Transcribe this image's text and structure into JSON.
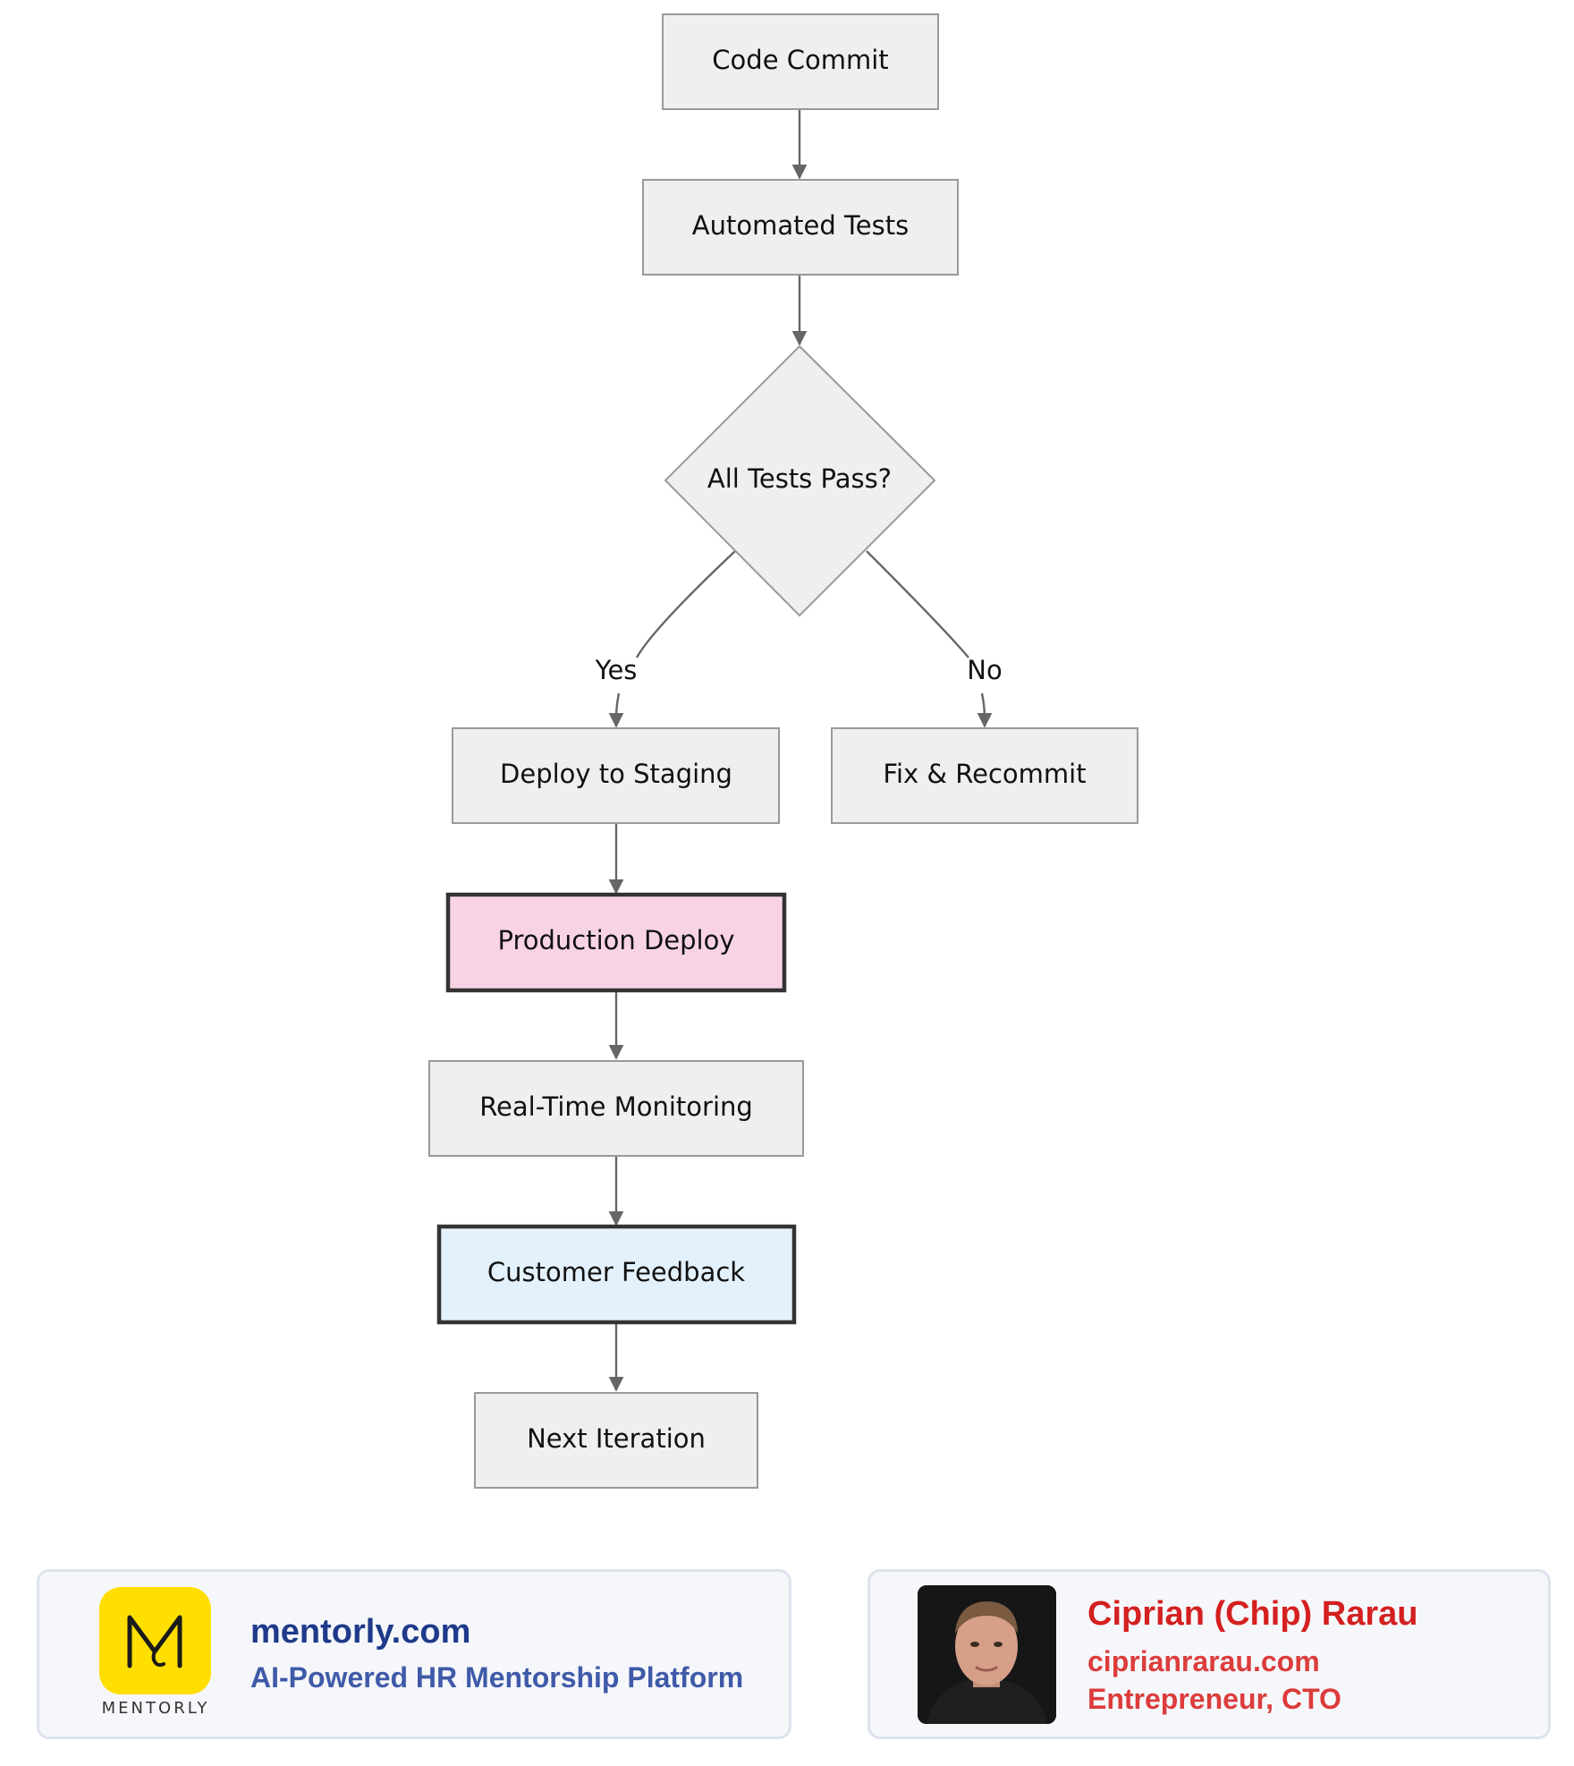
{
  "diagram": {
    "nodes": {
      "code_commit": "Code Commit",
      "automated_tests": "Automated Tests",
      "all_tests_pass": "All Tests Pass?",
      "deploy_staging": "Deploy to Staging",
      "fix_recommit": "Fix & Recommit",
      "production_deploy": "Production Deploy",
      "realtime_monitoring": "Real-Time Monitoring",
      "customer_feedback": "Customer Feedback",
      "next_iteration": "Next Iteration"
    },
    "edge_labels": {
      "yes": "Yes",
      "no": "No"
    },
    "colors": {
      "node_fill": "#efefef",
      "node_stroke": "#999999",
      "edge": "#666666",
      "production_fill": "#f8d3e5",
      "feedback_fill": "#e3f1fc",
      "emphasis_stroke": "#333333"
    }
  },
  "mentorly": {
    "logo_icon": "mentorly-m-logo",
    "logo_caption": "MENTORLY",
    "title": "mentorly.com",
    "subtitle": "AI-Powered HR Mentorship Platform"
  },
  "author": {
    "avatar_icon": "author-portrait",
    "name": "Ciprian (Chip) Rarau",
    "site": "ciprianrarau.com",
    "role": "Entrepreneur, CTO"
  }
}
